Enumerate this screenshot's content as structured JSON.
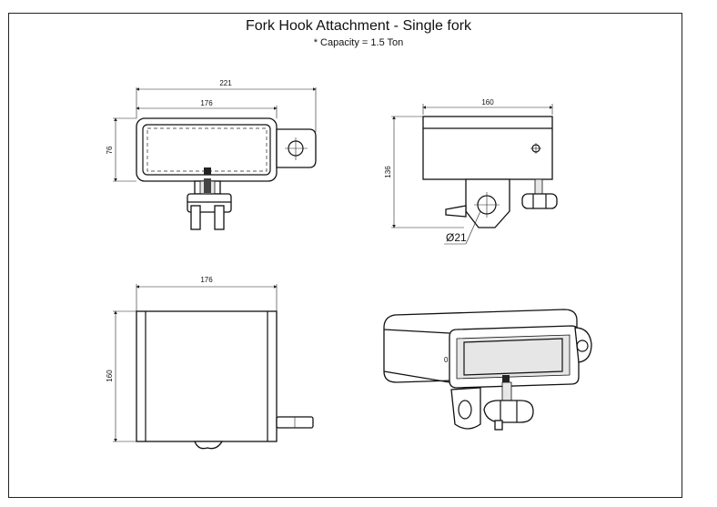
{
  "drawing": {
    "title": "Fork Hook Attachment - Single fork",
    "subtitle": "* Capacity = 1.5 Ton"
  },
  "dimensions": {
    "top_overall_width": "221",
    "top_inner_width": "176",
    "top_height": "76",
    "side_width": "160",
    "side_height": "136",
    "hole_diameter": "Ø21",
    "bottom_width": "176",
    "bottom_height": "160"
  },
  "views": [
    "front-view",
    "side-view",
    "bottom-view",
    "isometric-view"
  ]
}
